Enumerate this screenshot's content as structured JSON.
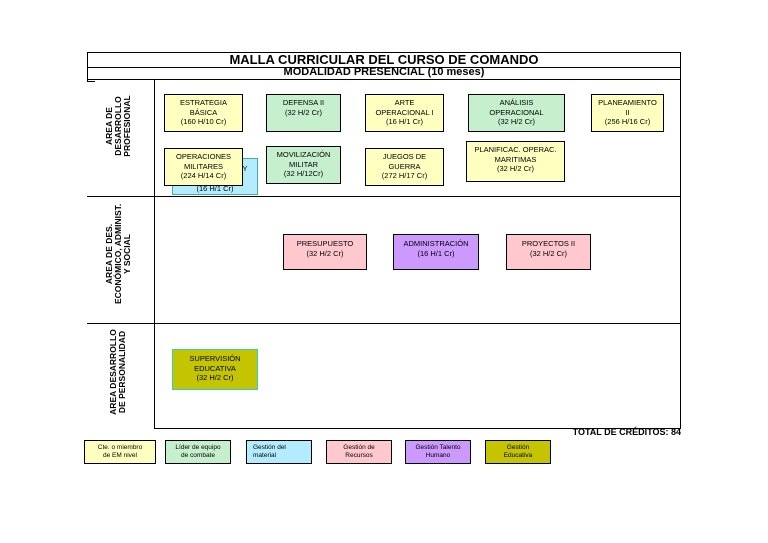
{
  "title": "MALLA CURRICULAR DEL CURSO DE  COMANDO",
  "subtitle": "MODALIDAD PRESENCIAL (10 meses)",
  "areas": [
    {
      "label_lines": [
        "AREA DE",
        "DESARROLLO",
        "PROFESIONAL"
      ]
    },
    {
      "label_lines": [
        "AREA DE DES.",
        "ECONÓMICO, ADMINIST.",
        "Y SOCIAL"
      ]
    },
    {
      "label_lines": [
        "AREA DESARROLLO",
        "DE PERSONALIDAD"
      ]
    }
  ],
  "colors": {
    "cte": "#ffffc0",
    "lider": "#c6efce",
    "material": "#b3ebff",
    "recursos": "#ffc7ce",
    "talento": "#cc99ff",
    "educativa": "#c4c400"
  },
  "courses": {
    "estrategia": [
      "ESTRATEGIA",
      "BÁSICA",
      "(160 H/10 Cr)"
    ],
    "defensa": [
      "DEFENSA II",
      "(32 H/2 Cr)"
    ],
    "arte": [
      "ARTE",
      "OPERACIONAL I",
      "(16 H/1 Cr)"
    ],
    "analisis": [
      "ANÁLISIS",
      "OPERACIONAL",
      "(32 H/2 Cr)"
    ],
    "planeamiento": [
      "PLANEAMIENTO",
      "II",
      "(256 H/16 Cr)"
    ],
    "hidden": [
      "Y",
      "(16 H/1 Cr)"
    ],
    "operaciones": [
      "OPERACIONES",
      "MILITARES",
      "(224 H/14 Cr)"
    ],
    "movilizacion": [
      "MOVILIZACIÓN",
      "MILITAR",
      "(32 H/12Cr)"
    ],
    "juegos": [
      "JUEGOS DE",
      "GUERRA",
      "(272 H/17 Cr)"
    ],
    "planificac": [
      "PLANIFICAC. OPERAC.",
      "MARITIMAS",
      "(32 H/2 Cr)"
    ],
    "presupuesto": [
      "PRESUPUESTO",
      "(32 H/2 Cr)"
    ],
    "administracion": [
      "ADMINISTRACIÓN",
      "(16 H/1 Cr)"
    ],
    "proyectos": [
      "PROYECTOS II",
      "(32 H/2 Cr)"
    ],
    "supervision": [
      "SUPERVISIÓN",
      "EDUCATIVA",
      "(32 H/2 Cr)"
    ]
  },
  "total": "TOTAL DE CRÉDITOS: 84",
  "legend": [
    [
      "Cte. o miembro",
      "de EM nivel"
    ],
    [
      "Líder de equipo",
      "de combate"
    ],
    [
      "Gestión del",
      "material"
    ],
    [
      "Gestión de",
      "Recursos"
    ],
    [
      "Gestión Talento",
      "Humano"
    ],
    [
      "Gestión",
      "Educativa"
    ]
  ]
}
